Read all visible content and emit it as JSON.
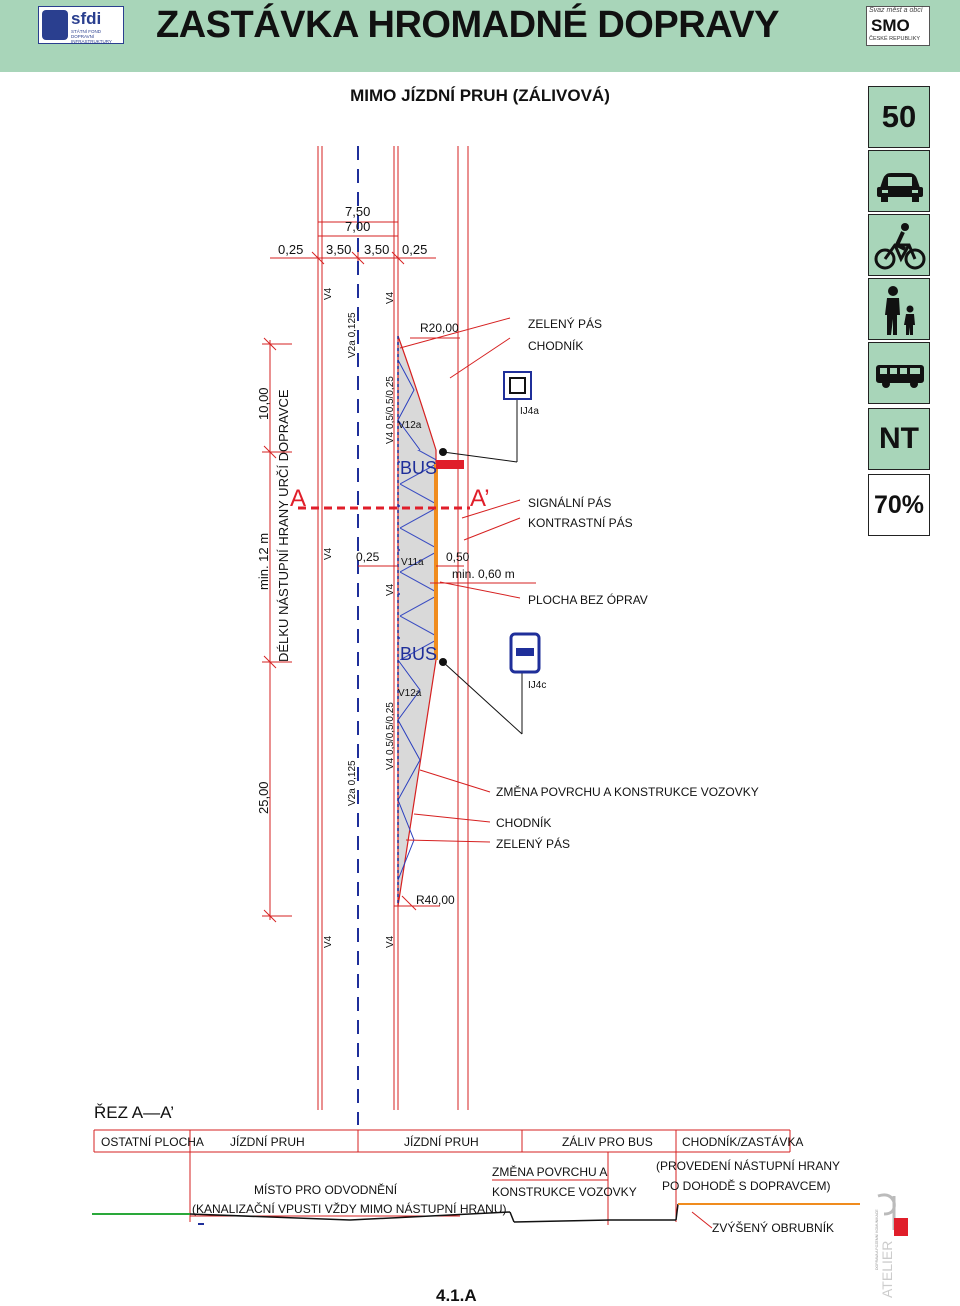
{
  "header": {
    "title": "ZASTÁVKA HROMADNÉ DOPRAVY",
    "sfdi_logo_text": "sfdi",
    "sfdi_logo_sub": "STÁTNÍ FOND DOPRAVNÍ INFRASTRUKTURY",
    "smo_logo_top": "Svaz měst a obcí",
    "smo_logo_main": "SMO",
    "smo_logo_bottom": "ČESKÉ REPUBLIKY"
  },
  "subtitle": "MIMO JÍZDNÍ PRUH (ZÁLIVOVÁ)",
  "side_panel": {
    "speed": "50",
    "icons": [
      "car-icon",
      "bicycle-icon",
      "pedestrian-icon",
      "bus-icon"
    ],
    "nt": "NT",
    "percent": "70%"
  },
  "plan": {
    "dim_total": "7,50",
    "dim_lanes": "7,00",
    "dim_edge_left": "0,25",
    "dim_lane1": "3,50",
    "dim_lane2": "3,50",
    "dim_edge_right": "0,25",
    "v4": "V4",
    "v2a": "V2a 0,125",
    "v4_dashed": "V4 0,5/0,5/0,25",
    "v12a": "V12a",
    "v11a": "V11a",
    "bus": "BUS",
    "r20": "R20,00",
    "r40": "R40,00",
    "zeleny_pas": "ZELENÝ PÁS",
    "chodnik": "CHODNÍK",
    "ij4a": "IJ4a",
    "ij4c": "IJ4c",
    "section_a": "A",
    "section_a2": "A’",
    "signalni_pas": "SIGNÁLNÍ PÁS",
    "kontrastni_pas": "KONTRASTNÍ PÁS",
    "dim_025": "0,25",
    "dim_050": "0,50",
    "dim_min060": "min. 0,60  m",
    "plocha_bez_oprav": "PLOCHA BEZ ÓPRAV",
    "zmena_povrchu": "ZMĚNA POVRCHU A KONSTRUKCE VOZOVKY",
    "chodnik2": "CHODNÍK",
    "zeleny_pas2": "ZELENÝ PÁS",
    "dim_1000": "10,00",
    "dim_min12": "min. 12 m",
    "delka_nastupni": "DÉLKU NÁSTUPNÍ HRANY URČÍ DOPRAVCE",
    "dim_2500": "25,00"
  },
  "section": {
    "title": "ŘEZ  A—A’",
    "headers": [
      "OSTATNÍ PLOCHA",
      "JÍZDNÍ PRUH",
      "JÍZDNÍ PRUH",
      "ZÁLIV PRO BUS",
      "CHODNÍK/ZASTÁVKA"
    ],
    "drain_1": "MÍSTO PRO ODVODNĚNÍ",
    "drain_2": "(KANALIZAČNÍ VPUSTI VŽDY MIMO NÁSTUPNÍ HRANU)",
    "change_1": "ZMĚNA POVRCHU A",
    "change_2": "KONSTRUKCE VOZOVKY",
    "edge_1": "(PROVEDENÍ NÁSTUPNÍ HRANY",
    "edge_2": "PO DOHODĚ S DOPRAVCEM)",
    "curb": "ZVÝŠENÝ OBRUBNÍK"
  },
  "footer": {
    "page_number": "4.1.A",
    "atelier": "ATELIER",
    "atelier_sub": "DOPRAVA A POZEMNÍ KOMUNIKACE"
  }
}
